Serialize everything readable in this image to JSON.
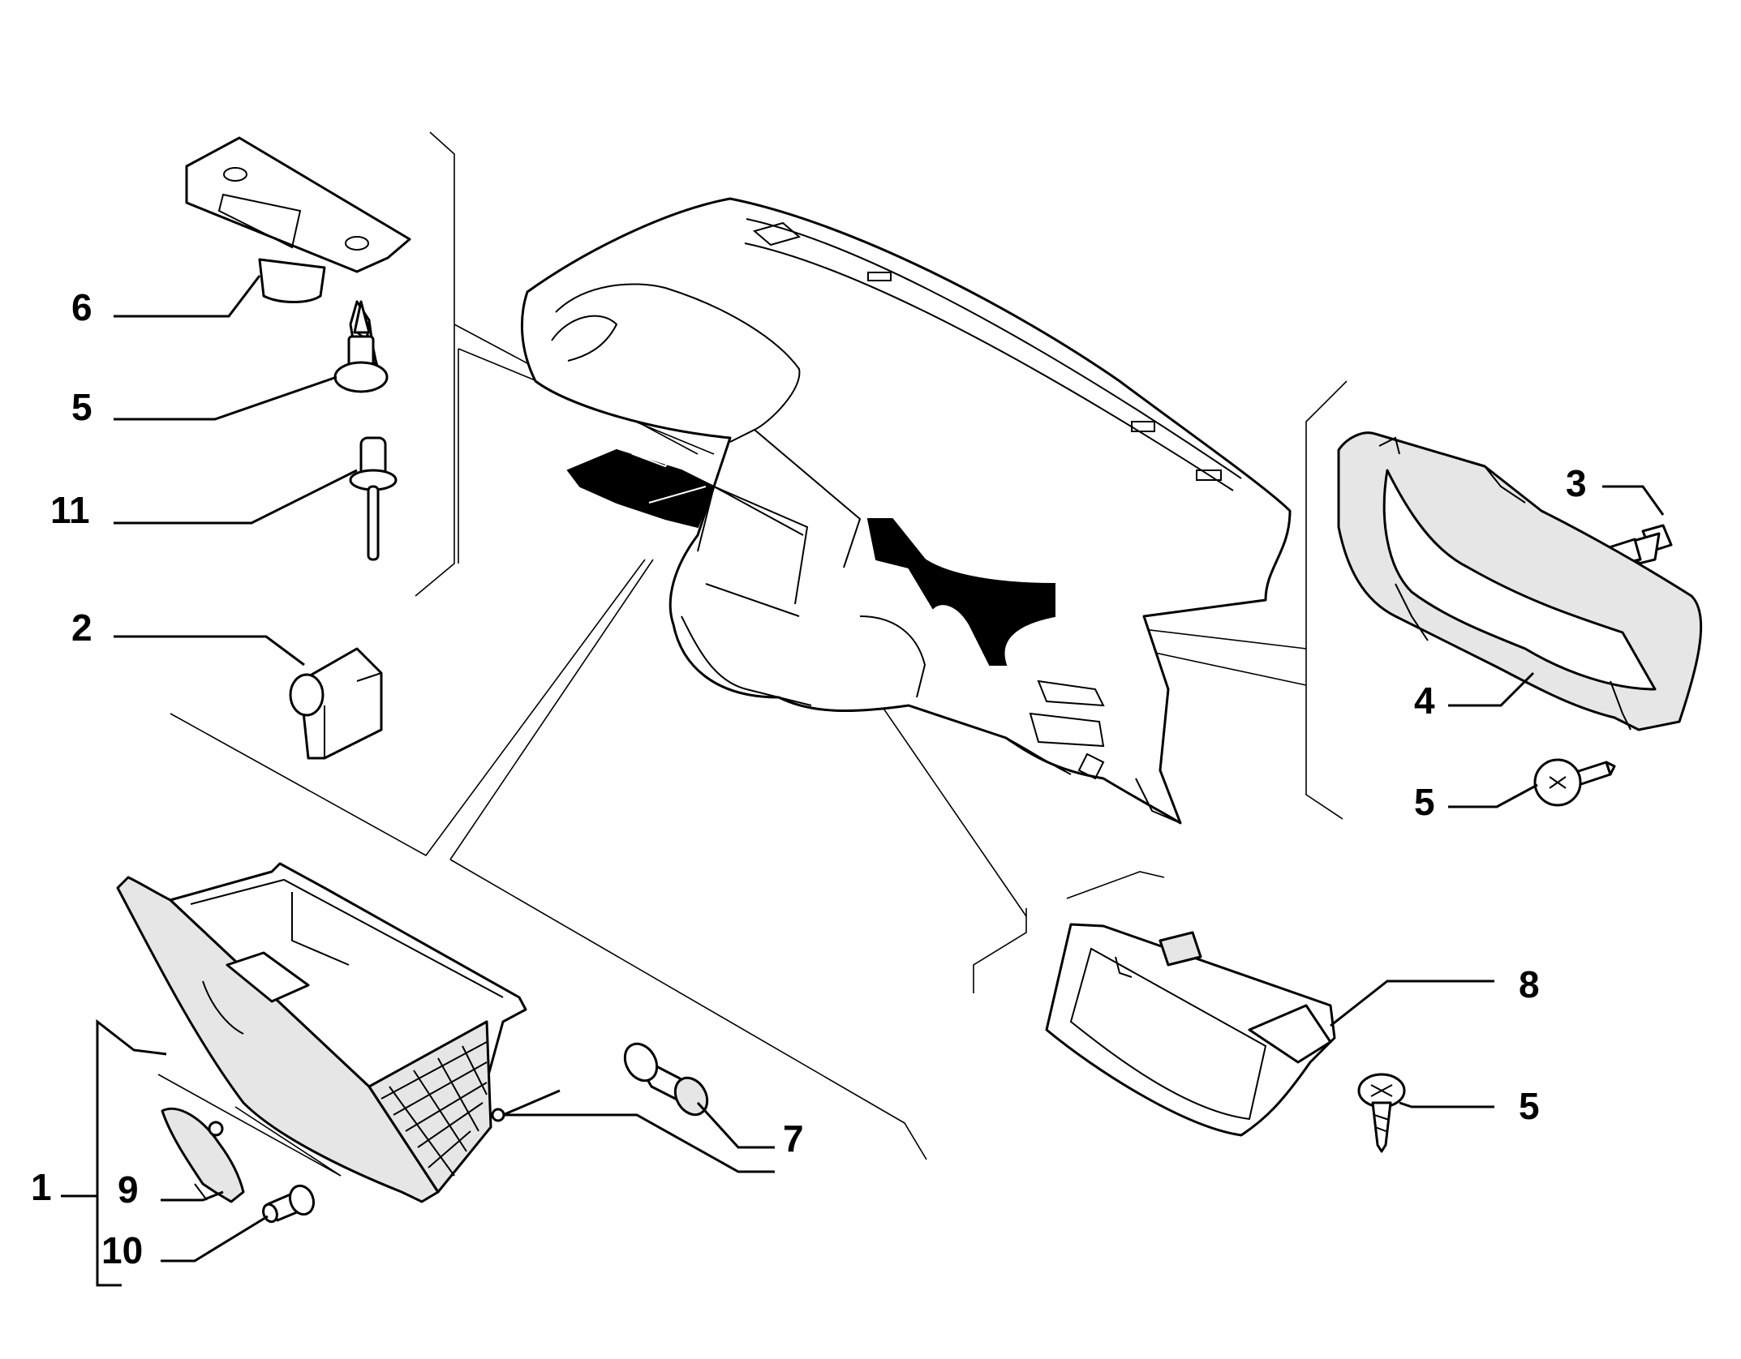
{
  "callouts": {
    "c6": "6",
    "c5a": "5",
    "c11": "11",
    "c2": "2",
    "c3": "3",
    "c4": "4",
    "c5b": "5",
    "c8": "8",
    "c5c": "5",
    "c7": "7",
    "c1": "1",
    "c9": "9",
    "c10": "10"
  }
}
